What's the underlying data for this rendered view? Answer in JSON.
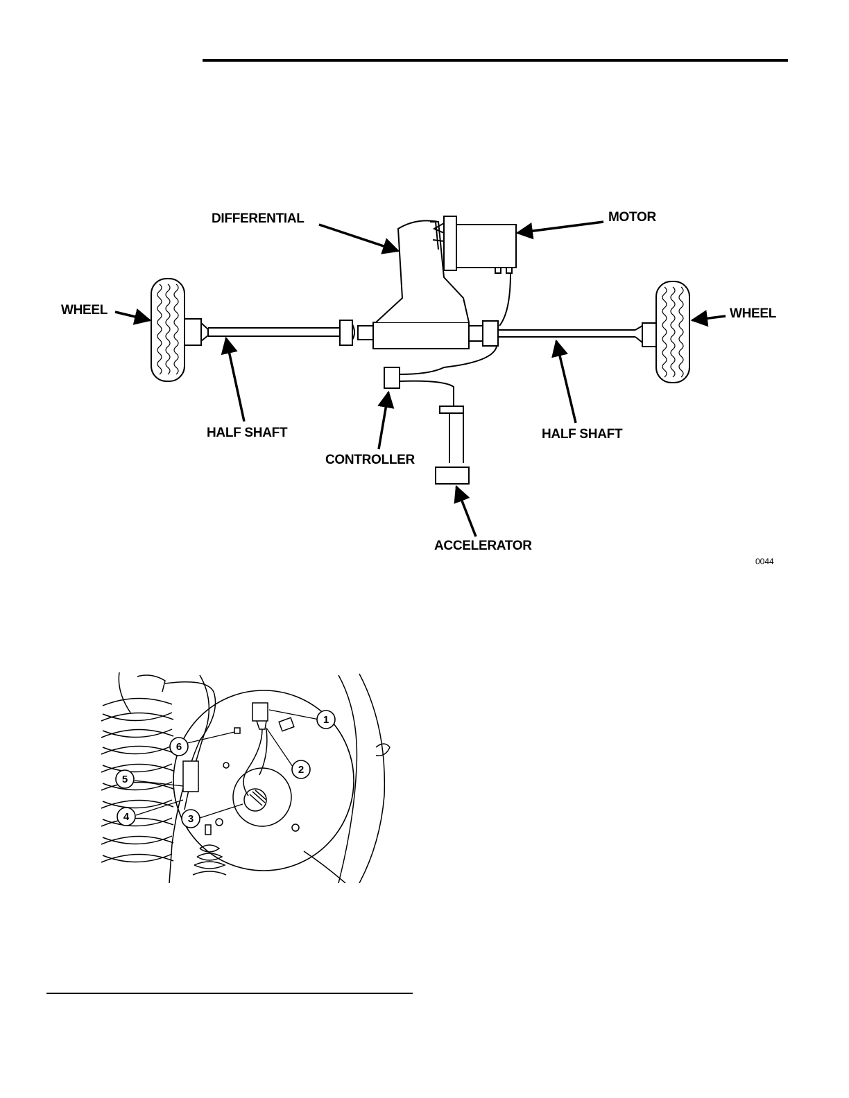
{
  "figure1": {
    "labels": {
      "differential": "DIFFERENTIAL",
      "motor": "MOTOR",
      "wheel_left": "WHEEL",
      "wheel_right": "WHEEL",
      "half_shaft_left": "HALF SHAFT",
      "half_shaft_right": "HALF SHAFT",
      "controller": "CONTROLLER",
      "accelerator": "ACCELERATOR"
    },
    "code": "0044"
  },
  "figure2": {
    "callouts": [
      "1",
      "2",
      "3",
      "4",
      "5",
      "6"
    ]
  }
}
